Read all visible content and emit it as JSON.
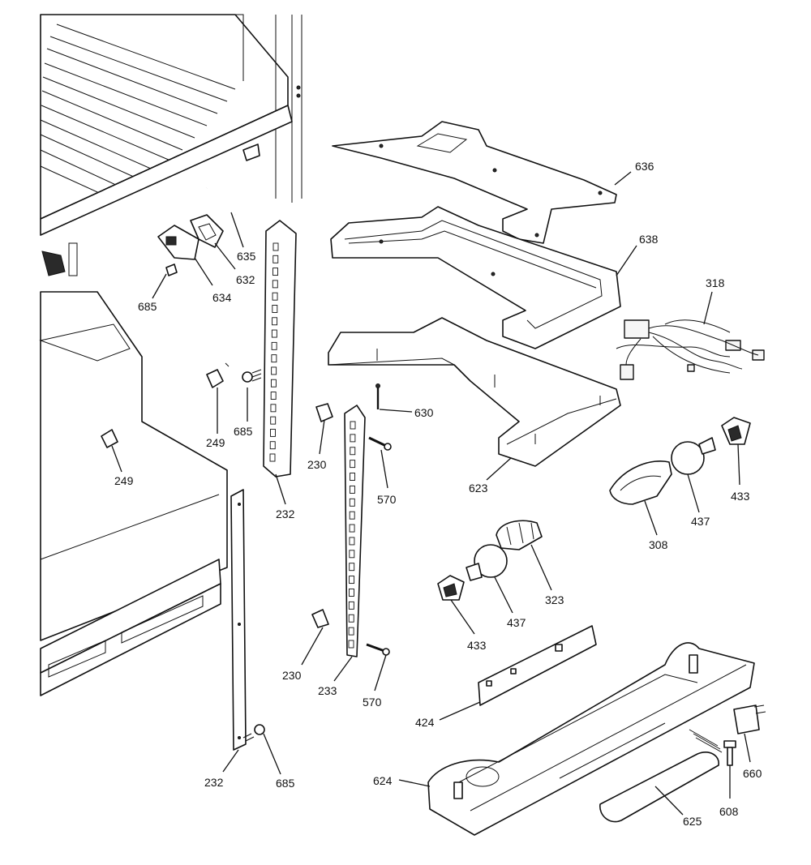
{
  "diagram": {
    "callouts": {
      "c636": "636",
      "c638": "638",
      "c318": "318",
      "c635": "635",
      "c632": "632",
      "c634": "634",
      "c685a": "685",
      "c685b": "685",
      "c685c": "685",
      "c249a": "249",
      "c249b": "249",
      "c232a": "232",
      "c232b": "232",
      "c230a": "230",
      "c230b": "230",
      "c630": "630",
      "c570a": "570",
      "c570b": "570",
      "c623": "623",
      "c433a": "433",
      "c433b": "433",
      "c437a": "437",
      "c437b": "437",
      "c308": "308",
      "c323": "323",
      "c233": "233",
      "c424": "424",
      "c624": "624",
      "c625": "625",
      "c608": "608",
      "c660": "660"
    }
  }
}
